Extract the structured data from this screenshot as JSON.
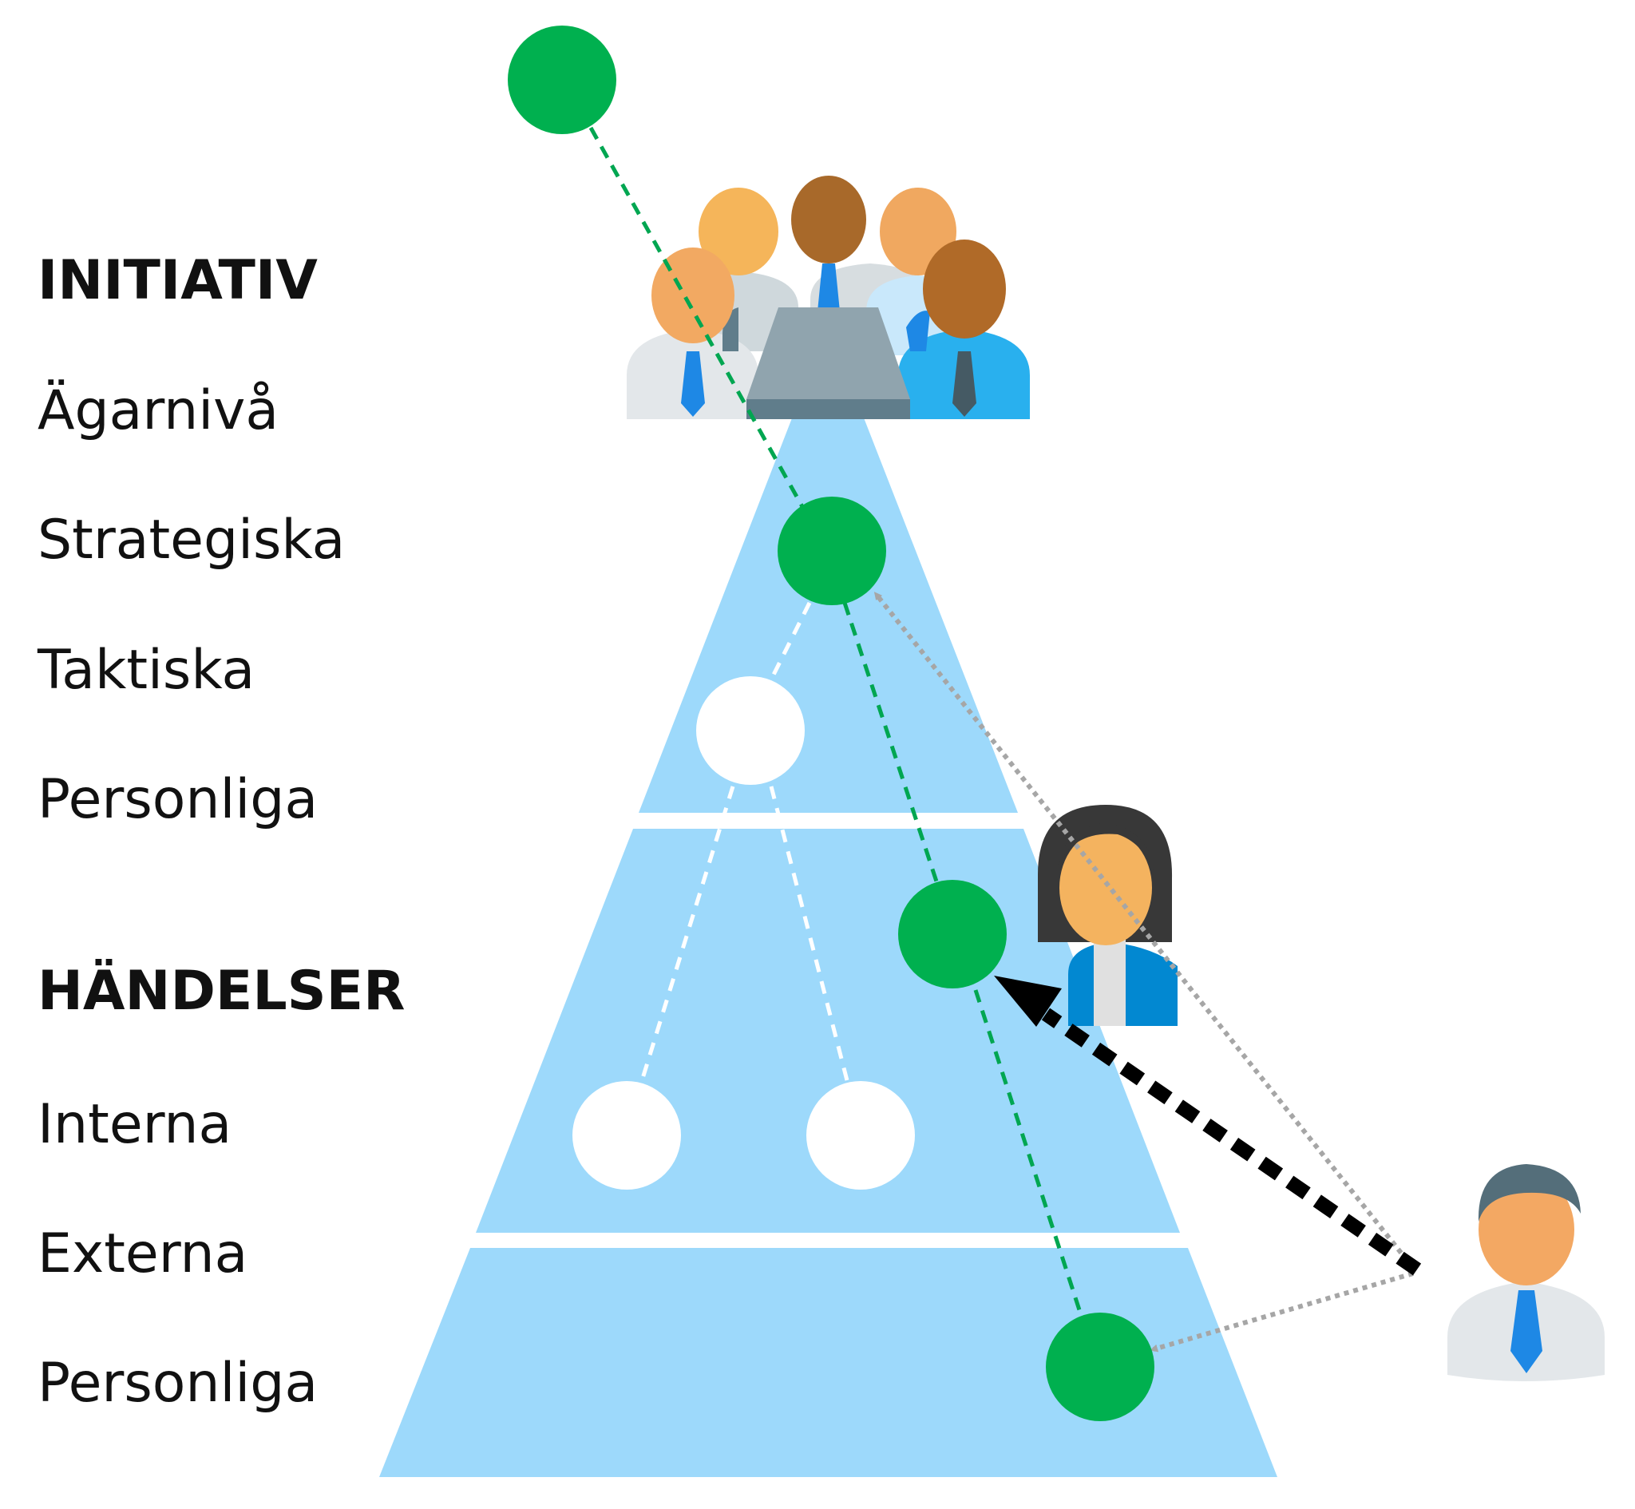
{
  "labels": {
    "initiativ": {
      "heading": "INITIATIV",
      "items": [
        "Ägarnivå",
        "Strategiska",
        "Taktiska",
        "Personliga"
      ]
    },
    "handelser": {
      "heading": "HÄNDELSER",
      "items": [
        "Interna",
        "Externa",
        "Personliga"
      ]
    }
  },
  "colors": {
    "pyramid": "#9dd9fb",
    "green_node": "#00b04f",
    "white_node": "#ffffff",
    "green_line": "#00a651",
    "grey_arrow": "#a6a6a6",
    "black_arrow": "#000000"
  },
  "icons": [
    "group-of-people-icon",
    "woman-icon",
    "man-icon"
  ]
}
